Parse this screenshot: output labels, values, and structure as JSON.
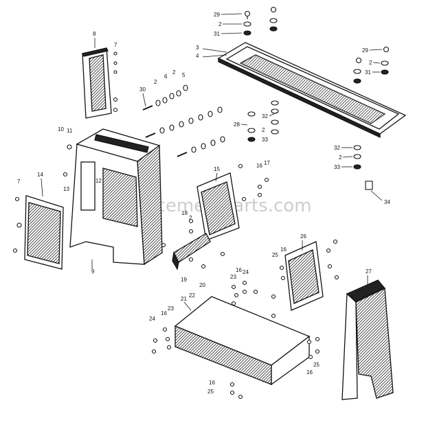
{
  "diagram": {
    "watermark": "eReplacementParts.com",
    "callouts": [
      {
        "id": "c29a",
        "text": "29"
      },
      {
        "id": "c2a",
        "text": "2"
      },
      {
        "id": "c31a",
        "text": "31"
      },
      {
        "id": "c3",
        "text": "3"
      },
      {
        "id": "c4",
        "text": "4"
      },
      {
        "id": "c29b",
        "text": "29"
      },
      {
        "id": "c2b",
        "text": "2"
      },
      {
        "id": "c31b",
        "text": "31"
      },
      {
        "id": "c8",
        "text": "8"
      },
      {
        "id": "c7a",
        "text": "7"
      },
      {
        "id": "c30",
        "text": "30"
      },
      {
        "id": "c2c",
        "text": "2"
      },
      {
        "id": "c6",
        "text": "6"
      },
      {
        "id": "c2d",
        "text": "2"
      },
      {
        "id": "c5",
        "text": "5"
      },
      {
        "id": "c32a",
        "text": "32"
      },
      {
        "id": "c28",
        "text": "28"
      },
      {
        "id": "c2e",
        "text": "2"
      },
      {
        "id": "c33a",
        "text": "33"
      },
      {
        "id": "c32b",
        "text": "32"
      },
      {
        "id": "c2f",
        "text": "2"
      },
      {
        "id": "c33b",
        "text": "33"
      },
      {
        "id": "c10",
        "text": "10"
      },
      {
        "id": "c11",
        "text": "11"
      },
      {
        "id": "c14",
        "text": "14"
      },
      {
        "id": "c7b",
        "text": "7"
      },
      {
        "id": "c13",
        "text": "13"
      },
      {
        "id": "c12",
        "text": "12"
      },
      {
        "id": "c15",
        "text": "15"
      },
      {
        "id": "c16a",
        "text": "16"
      },
      {
        "id": "c17",
        "text": "17"
      },
      {
        "id": "c34",
        "text": "34"
      },
      {
        "id": "c18",
        "text": "18"
      },
      {
        "id": "c2g",
        "text": "2"
      },
      {
        "id": "c9",
        "text": "9"
      },
      {
        "id": "c19",
        "text": "19"
      },
      {
        "id": "c20",
        "text": "20"
      },
      {
        "id": "c26",
        "text": "26"
      },
      {
        "id": "c16b",
        "text": "16"
      },
      {
        "id": "c25a",
        "text": "25"
      },
      {
        "id": "c23a",
        "text": "23"
      },
      {
        "id": "c16c",
        "text": "16"
      },
      {
        "id": "c24a",
        "text": "24"
      },
      {
        "id": "c27",
        "text": "27"
      },
      {
        "id": "c21",
        "text": "21"
      },
      {
        "id": "c22",
        "text": "22"
      },
      {
        "id": "c24b",
        "text": "24"
      },
      {
        "id": "c16d",
        "text": "16"
      },
      {
        "id": "c23b",
        "text": "23"
      },
      {
        "id": "c25b",
        "text": "25"
      },
      {
        "id": "c16e",
        "text": "16"
      },
      {
        "id": "c16f",
        "text": "16"
      },
      {
        "id": "c25c",
        "text": "25"
      }
    ]
  }
}
